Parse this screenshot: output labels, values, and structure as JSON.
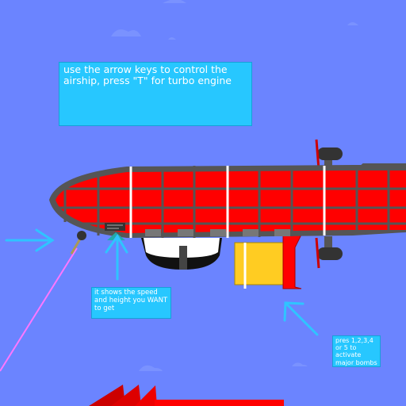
{
  "tips": {
    "controls": "use the arrow keys to control the airship, press \"T\" for turbo engine",
    "speed": "it shows the speed and height you WANT to get",
    "bombs": "pres 1,2,3,4 or 5 to activate major bombs"
  },
  "colors": {
    "sky": "#6b84ff",
    "hull": "#ff0000",
    "frame": "#555555",
    "tip_box": "#27c7ff",
    "arrow": "#2fc4ff",
    "laser": "#ff77ff",
    "cargo": "#ffcc22"
  },
  "icons": [
    "arrow-right-icon",
    "arrow-up-icon",
    "arrow-up-left-icon"
  ]
}
